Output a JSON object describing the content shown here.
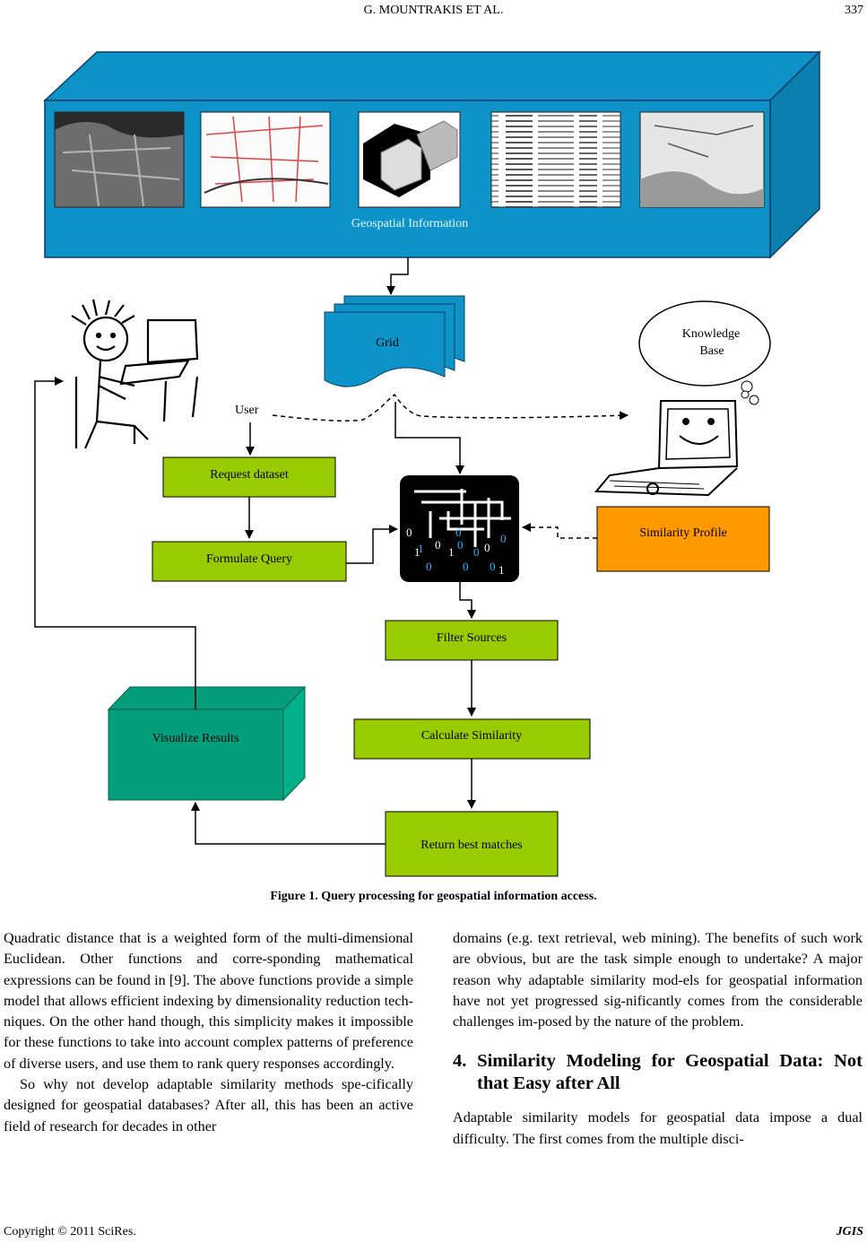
{
  "header": {
    "running_title": "G. MOUNTRAKIS ET AL.",
    "page_number": "337"
  },
  "figure": {
    "geospatial_label": "Geospatial Information",
    "grid_label": "Grid",
    "kb_line1": "Knowledge",
    "kb_line2": "Base",
    "user_label": "User",
    "request": "Request dataset",
    "formulate": "Formulate Query",
    "similarity_profile": "Similarity Profile",
    "filter": "Filter Sources",
    "calculate": "Calculate Similarity",
    "visualize": "Visualize Results",
    "return": "Return best matches",
    "colors": {
      "blue": "#0d93c7",
      "green": "#99cc00",
      "orange": "#ff9900",
      "teal": "#049e7a"
    }
  },
  "caption": "Figure 1. Query processing for geospatial information access.",
  "left_column": {
    "p1": "Quadratic distance that is a weighted form of the multi-dimensional Euclidean. Other functions and corre-sponding mathematical expressions can be found in [9]. The above functions provide a simple model that allows efficient indexing by dimensionality reduction tech-niques. On the other hand though, this simplicity makes it impossible for these functions to take into account complex patterns of preference of diverse users, and use them to rank query responses accordingly.",
    "p2": "So why not develop adaptable similarity methods spe-cifically designed for geospatial databases? After all, this has been an active field of research for decades in other"
  },
  "right_column": {
    "p1": "domains (e.g. text retrieval, web mining). The benefits of such work are obvious, but are the task simple enough to undertake? A major reason why adaptable similarity mod-els for geospatial information have not yet progressed sig-nificantly comes from the considerable challenges im-posed by the nature of the problem.",
    "section_heading": "4. Similarity Modeling for Geospatial Data: Not that Easy after All",
    "p2": "Adaptable similarity models for geospatial data impose a dual difficulty. The first comes from the multiple disci-"
  },
  "footer": {
    "copyright": "Copyright © 2011 SciRes.",
    "journal": "JGIS"
  }
}
